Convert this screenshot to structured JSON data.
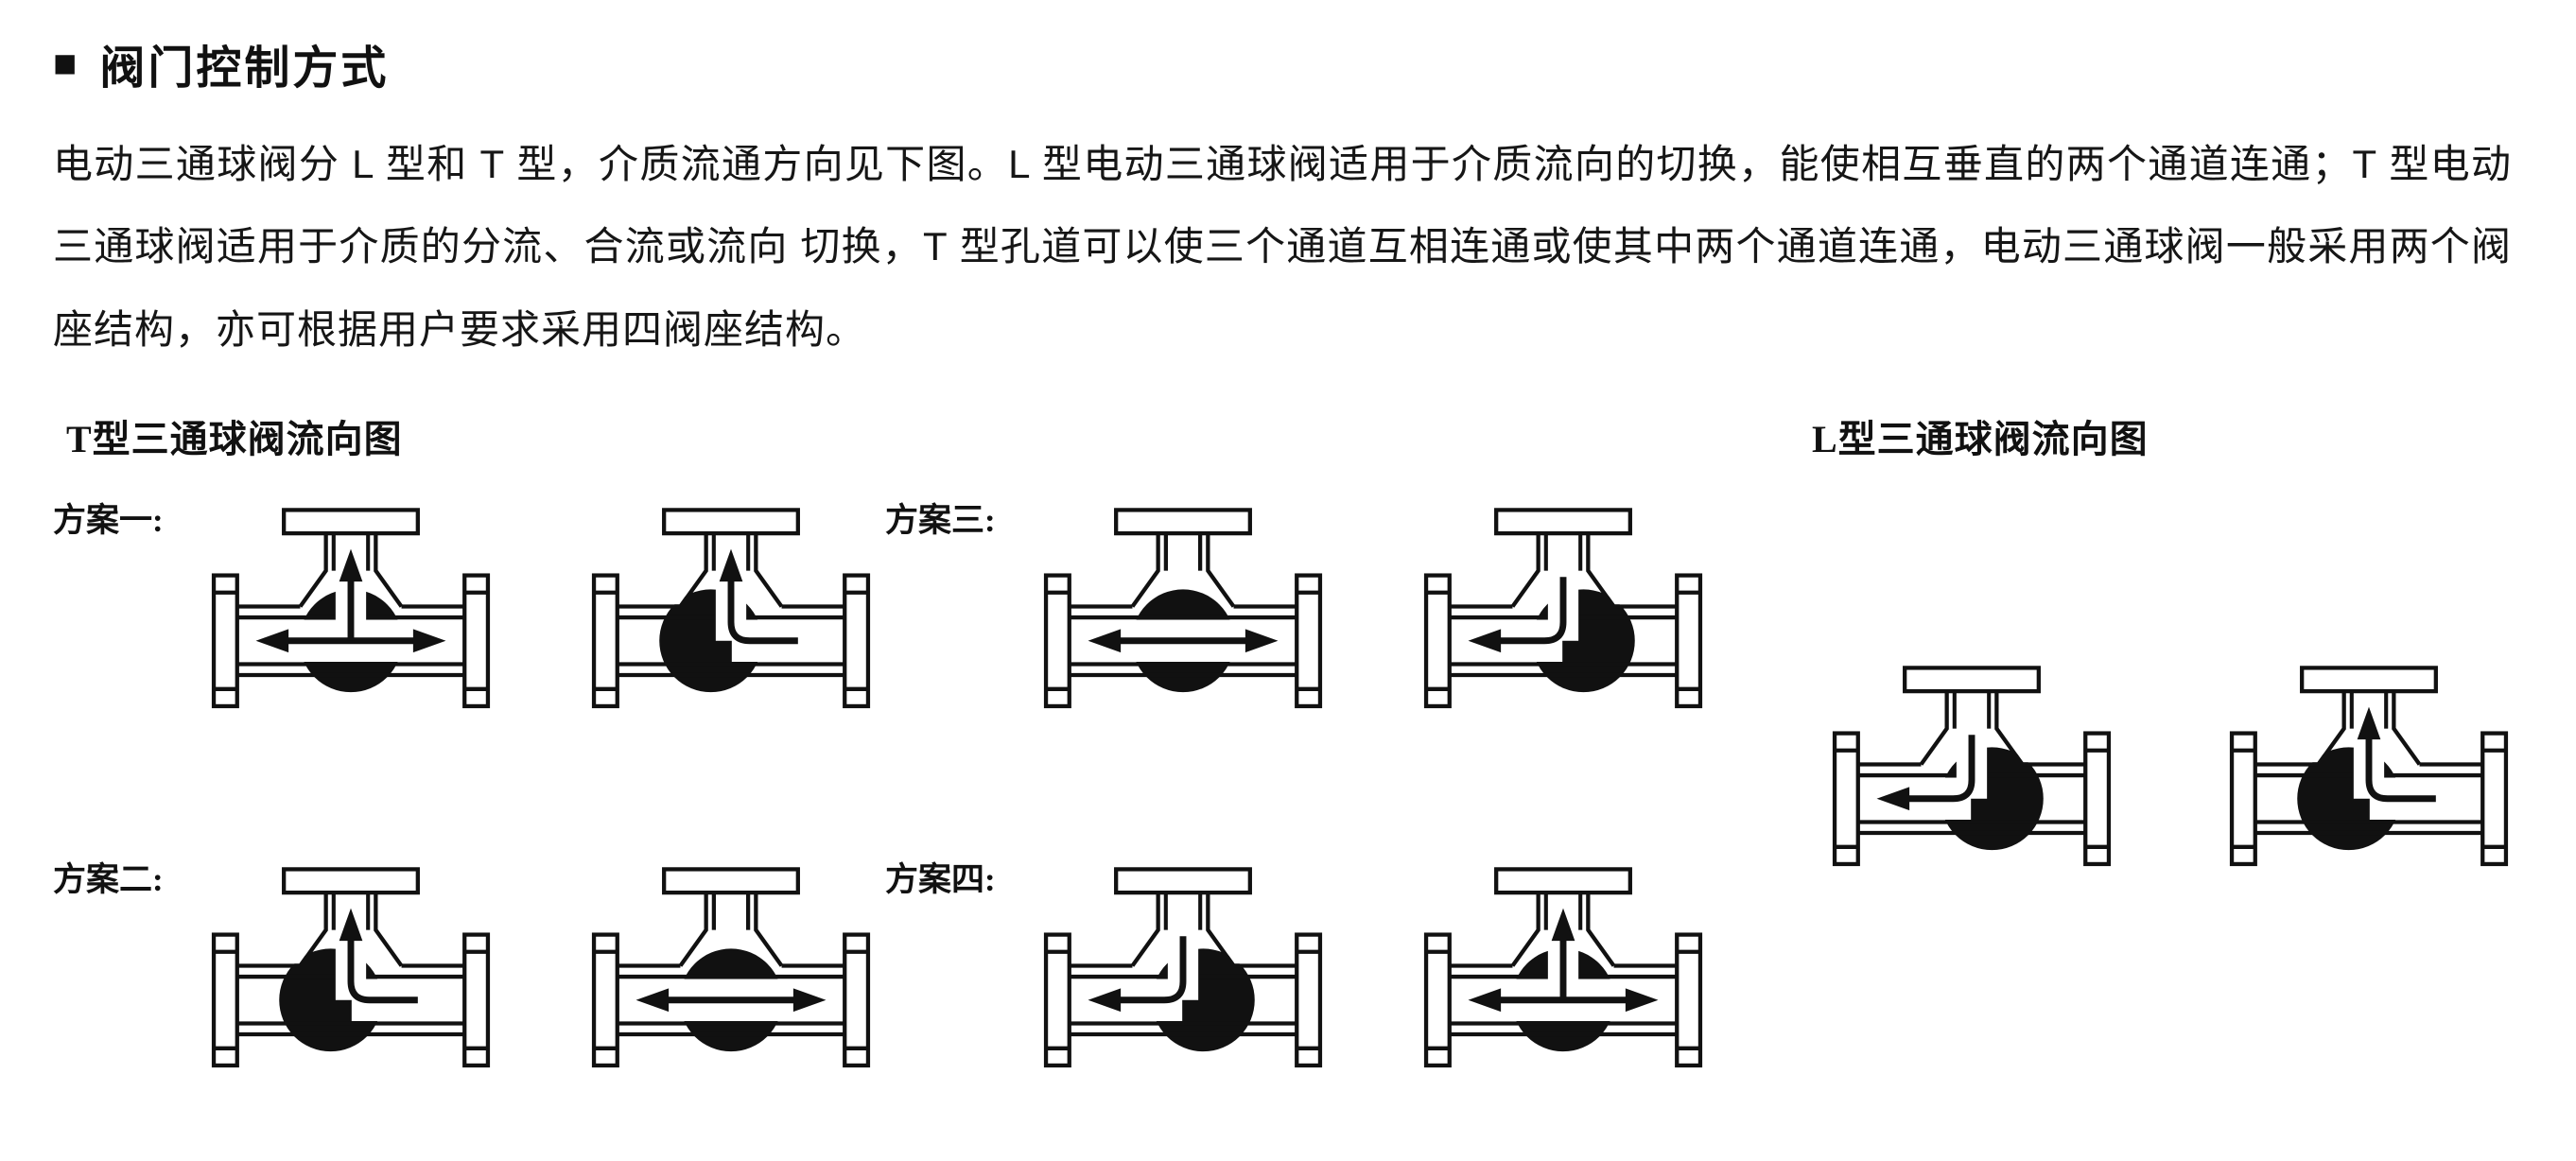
{
  "header": {
    "bullet": "■",
    "title": "阀门控制方式"
  },
  "intro": {
    "text": "电动三通球阀分 L 型和 T 型，介质流通方向见下图。L 型电动三通球阀适用于介质流向的切换，能使相互垂直的两个通道连通；T 型电动三通球阀适用于介质的分流、合流或流向 切换，T 型孔道可以使三个通道互相连通或使其中两个通道连通，电动三通球阀一般采用两个阀座结构，亦可根据用户要求采用四阀座结构。"
  },
  "t_section": {
    "title": "T型三通球阀流向图",
    "schemes": [
      {
        "label": "方案一:",
        "valves": [
          {
            "ball": "center",
            "flow": "all-three"
          },
          {
            "ball": "left",
            "flow": "right-top"
          }
        ]
      },
      {
        "label": "方案二:",
        "valves": [
          {
            "ball": "left",
            "flow": "right-top"
          },
          {
            "ball": "center",
            "flow": "straight"
          }
        ]
      },
      {
        "label": "方案三:",
        "valves": [
          {
            "ball": "center",
            "flow": "straight"
          },
          {
            "ball": "right",
            "flow": "top-left"
          }
        ]
      },
      {
        "label": "方案四:",
        "valves": [
          {
            "ball": "right",
            "flow": "top-left"
          },
          {
            "ball": "center",
            "flow": "all-three"
          }
        ]
      }
    ]
  },
  "l_section": {
    "title": "L型三通球阀流向图",
    "valves": [
      {
        "ball": "right",
        "flow": "top-left"
      },
      {
        "ball": "left",
        "flow": "right-top"
      }
    ]
  },
  "colors": {
    "ink": "#111111",
    "paper": "#ffffff"
  }
}
